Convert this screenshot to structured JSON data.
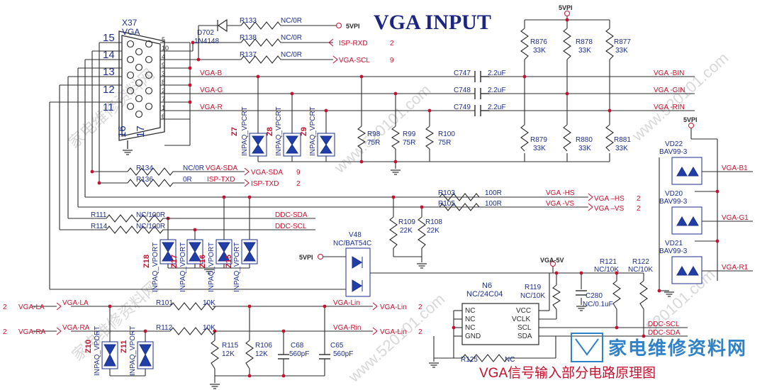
{
  "title": "VGA INPUT",
  "caption": "VGA信号输入部分电路原理图",
  "watermarks": {
    "site_cn": "家电维修资料网",
    "site_url": "www.520101.com",
    "vertical_url": "520101.com"
  },
  "connector": {
    "ref": "X37",
    "type": "VGA",
    "pins_big": [
      "15",
      "14",
      "13",
      "12",
      "11",
      "16",
      "17"
    ],
    "pins_small": [
      "5",
      "10",
      "4",
      "9",
      "3",
      "8",
      "2",
      "7",
      "1",
      "6"
    ]
  },
  "diode": {
    "ref": "D702",
    "part": "1N4148"
  },
  "top_resistors": [
    {
      "ref": "R133",
      "value": "NC/0R",
      "net": "5VPI"
    },
    {
      "ref": "R138",
      "value": "NC/0R",
      "net": "ISP-RXD",
      "page": "2"
    },
    {
      "ref": "R137",
      "value": "NC/0R",
      "net": "VGA-SCL",
      "page": "9"
    }
  ],
  "rgb_nets": [
    "VGA-B",
    "VGA-G",
    "VGA-R"
  ],
  "tvs_rgb": [
    {
      "ref": "Z7",
      "part": "INPAQ_VPCRT"
    },
    {
      "ref": "Z8",
      "part": "INPAQ_VPCRT"
    },
    {
      "ref": "Z9",
      "part": "INPAQ_VPCRT"
    }
  ],
  "terminations": [
    {
      "ref": "R98",
      "value": "75R"
    },
    {
      "ref": "R99",
      "value": "75R"
    },
    {
      "ref": "R100",
      "value": "75R"
    }
  ],
  "coupling_caps": [
    {
      "ref": "C747",
      "value": "2.2uF",
      "net": "VGA -BIN"
    },
    {
      "ref": "C748",
      "value": "2.2uF",
      "net": "VGA -GIN"
    },
    {
      "ref": "C749",
      "value": "2.2uF",
      "net": "VGA -RIN"
    }
  ],
  "bias_upper": [
    {
      "ref": "R876",
      "value": "33K"
    },
    {
      "ref": "R878",
      "value": "33K"
    },
    {
      "ref": "R877",
      "value": "33K"
    }
  ],
  "bias_lower": [
    {
      "ref": "R879",
      "value": "33K"
    },
    {
      "ref": "R880",
      "value": "33K"
    },
    {
      "ref": "R881",
      "value": "33K"
    }
  ],
  "supply": "5VPI",
  "mid_resistors": [
    {
      "ref": "R134",
      "value": "NC/0R",
      "net_a": "VGA-SDA",
      "net_b": "VGA-SDA",
      "page": "9"
    },
    {
      "ref": "R136",
      "value": "0R",
      "net_a": "ISP-TXD",
      "net_b": "ISP-TXD",
      "page": "2"
    }
  ],
  "sync_resistors": [
    {
      "ref": "R103",
      "value": "100R",
      "net_a": "VGA -HS",
      "net_b": "VGA –HS",
      "page": "2"
    },
    {
      "ref": "R105",
      "value": "100R",
      "net_a": "VGA -VS",
      "net_b": "VGA –VS",
      "page": "2"
    }
  ],
  "sync_pulldowns": [
    {
      "ref": "R109",
      "value": "22K"
    },
    {
      "ref": "R108",
      "value": "22K"
    }
  ],
  "ddc_resistors": [
    {
      "ref": "R111",
      "value": "NC/100R",
      "net": "DDC-SDA"
    },
    {
      "ref": "R114",
      "value": "NC/100R",
      "net": "DDC-SCL"
    }
  ],
  "tvs_bottom": [
    {
      "ref": "Z18",
      "part": "INPAQ_VPORT"
    },
    {
      "ref": "Z17",
      "part": "INPAQ_VPORT"
    },
    {
      "ref": "Z16",
      "part": "INPAQ_VPORT"
    },
    {
      "ref": "Z15",
      "part": "INPAQ_VPORT"
    }
  ],
  "schottky": {
    "ref": "V48",
    "part": "NC/BAT54C",
    "net": "5VPI"
  },
  "right_diodes": [
    {
      "ref": "VD22",
      "part": "BAV99-3",
      "net": "VGA-B1"
    },
    {
      "ref": "VD20",
      "part": "BAV99-3",
      "net": "VGA-G1"
    },
    {
      "ref": "VD21",
      "part": "BAV99-3",
      "net": "VGA-R1"
    }
  ],
  "right_supply": "5VPI",
  "eeprom": {
    "ref": "N6",
    "part": "NC/24C04",
    "pins_left": [
      "NC",
      "NC",
      "NC",
      "GND"
    ],
    "pins_right": [
      "VCC",
      "VCLK",
      "SCL",
      "SDA"
    ]
  },
  "eeprom_parts": [
    {
      "ref": "R119",
      "value": "NC/10K"
    },
    {
      "ref": "C280",
      "value": "NC/0.1uF"
    },
    {
      "ref": "R121",
      "value": "NC/10K"
    },
    {
      "ref": "R122",
      "value": "NC/10K"
    },
    {
      "ref": "R125",
      "value": "NC"
    }
  ],
  "eeprom_supply": "VGA-5V",
  "eeprom_nets": [
    "DDC-SCL",
    "DDC-SDA"
  ],
  "audio": {
    "inputs": [
      {
        "page": "2",
        "net_a": "VGA-LA",
        "net_b": "VGA-LA"
      },
      {
        "page": "2",
        "net_a": "VGA-RA",
        "net_b": "VGA-RA"
      }
    ],
    "resistors": [
      {
        "ref": "R101",
        "value": "10K"
      },
      {
        "ref": "R112",
        "value": "10K"
      }
    ],
    "outputs": [
      {
        "net_a": "VGA-Lin",
        "net_b": "VGA-Lin",
        "page": "2"
      },
      {
        "net_a": "VGA-Rin",
        "net_b": "VGA-Lin",
        "page": "2"
      }
    ],
    "tvs": [
      {
        "ref": "Z10",
        "part": "INPAQ_VPORT"
      },
      {
        "ref": "Z11",
        "part": "INPAQ_VPORT"
      }
    ],
    "shunts": [
      {
        "ref": "R115",
        "value": "12K"
      },
      {
        "ref": "R106",
        "value": "12K"
      },
      {
        "ref": "C68",
        "value": "560pF"
      },
      {
        "ref": "C65",
        "value": "560pF"
      }
    ]
  },
  "colors": {
    "wire": "#2a2a2a",
    "label": "#c8102e",
    "part": "#1c2e8c",
    "tvs_fill": "#1f3fa6",
    "title": "#1c2680",
    "logo": "#2f82c8"
  }
}
